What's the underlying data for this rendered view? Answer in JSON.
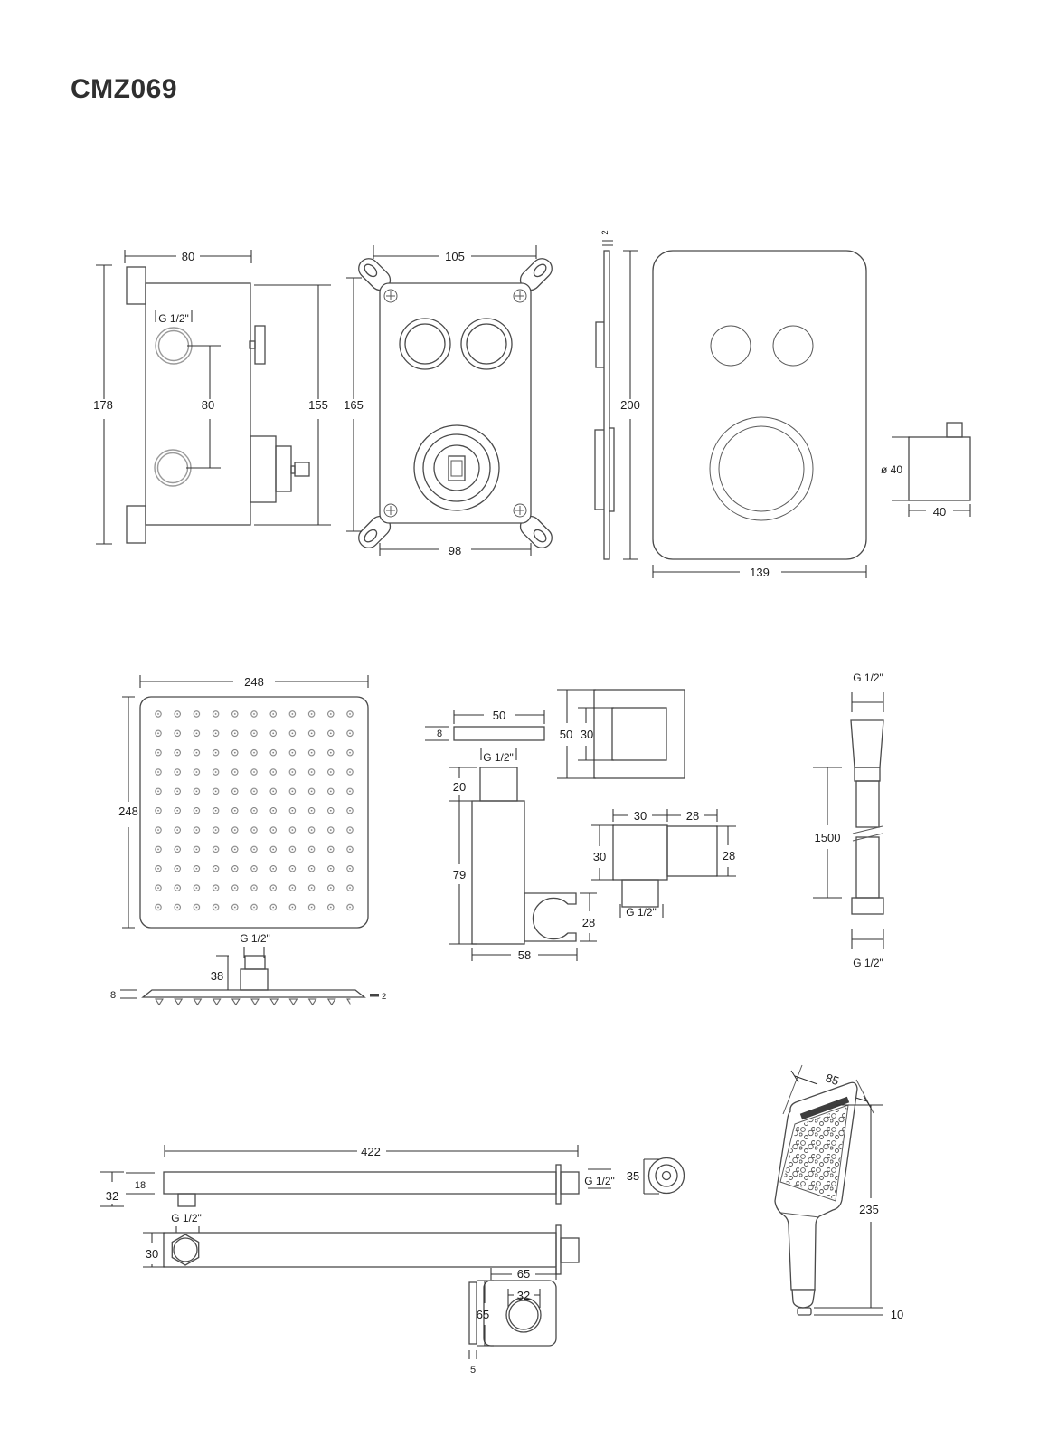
{
  "title": "CMZ069",
  "colors": {
    "line": "#4a4a4a",
    "dimension": "#303030",
    "text": "#1d1d1d",
    "light_gray": "#9a9a9a",
    "hatch_fill": "#b5b5b5",
    "background": "#ffffff"
  },
  "drawings": {
    "mixer_side": {
      "width": "80",
      "height": "178",
      "thread": "G 1/2\"",
      "port_spacing": "80",
      "body_height": "155"
    },
    "roughin": {
      "width": "105",
      "height": "165",
      "inner_width": "98"
    },
    "faceplate": {
      "thickness": "2",
      "height": "200",
      "width": "139"
    },
    "knob": {
      "diameter": "ø 40",
      "depth": "40"
    },
    "rainhead_face": {
      "width": "248",
      "height": "248"
    },
    "rainhead_side": {
      "thread": "G 1/2\"",
      "stem_height": "38",
      "edge": "8",
      "plate": "2"
    },
    "wall_outlet": {
      "plate_width": "50",
      "plate_thickness": "8",
      "thread": "G 1/2\"",
      "thread_length": "20",
      "body_height": "79",
      "holder_height": "28",
      "body_width": "58"
    },
    "escutcheon": {
      "outer": "50",
      "inner": "30"
    },
    "elbow": {
      "width": "30",
      "depth": "28",
      "height": "30",
      "side": "28",
      "thread": "G 1/2\""
    },
    "hose": {
      "thread_top": "G 1/2\"",
      "length": "1500",
      "thread_bottom": "G 1/2\""
    },
    "arm_side": {
      "length": "422",
      "height": "32",
      "bar": "18",
      "thread": "G 1/2\""
    },
    "arm_end": {
      "diameter": "35"
    },
    "arm_top": {
      "thread": "G 1/2\"",
      "width": "30"
    },
    "arm_flange": {
      "width": "65",
      "hole": "32",
      "height": "65",
      "thickness": "5"
    },
    "handshower": {
      "head_width": "85",
      "length": "235",
      "cap": "10"
    }
  }
}
